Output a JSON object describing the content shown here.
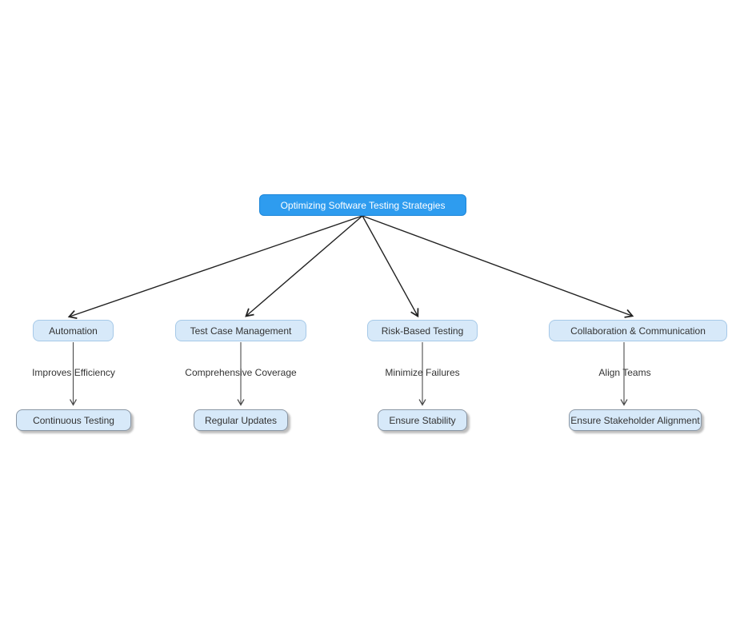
{
  "diagram": {
    "title_node": {
      "label": "Optimizing Software Testing Strategies"
    },
    "branches": [
      {
        "label": "Automation",
        "edge_label": "Improves Efficiency",
        "leaf_label": "Continuous Testing"
      },
      {
        "label": "Test Case Management",
        "edge_label": "Comprehensive Coverage",
        "leaf_label": "Regular Updates"
      },
      {
        "label": "Risk-Based Testing",
        "edge_label": "Minimize Failures",
        "leaf_label": "Ensure Stability"
      },
      {
        "label": "Collaboration & Communication",
        "edge_label": "Align Teams",
        "leaf_label": "Ensure Stakeholder Alignment"
      }
    ],
    "colors": {
      "root_fill": "#2E9CEF",
      "root_border": "#1D86D8",
      "root_text": "#FFFFFF",
      "node_fill": "#D7E9F9",
      "node_border": "#A6C9E8",
      "leaf_border": "#8A97A5",
      "node_text": "#333333",
      "fan_edge_color": "#222222",
      "vertical_edge_color": "#4A4A4A"
    }
  }
}
